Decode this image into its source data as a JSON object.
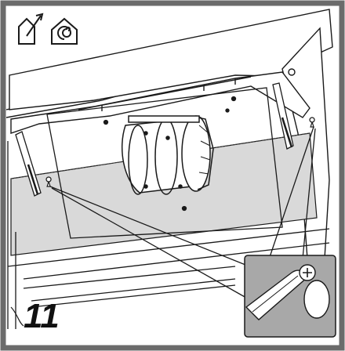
{
  "step": {
    "number": "11"
  },
  "icons": {
    "left": "house-ducted-extraction-icon",
    "right": "house-recirculation-icon"
  },
  "parts": {
    "canopy": "hood-canopy",
    "panel": "shaded-filter-panel",
    "motor": "fan-motor",
    "springs": "gas-struts",
    "detail": "screwdriver-screw-detail"
  },
  "colors": {
    "frame": "#6b6b6b",
    "line": "#1a1a1a",
    "panel_shade": "#d9d9d9",
    "detail_bg": "#a8a8a8"
  }
}
